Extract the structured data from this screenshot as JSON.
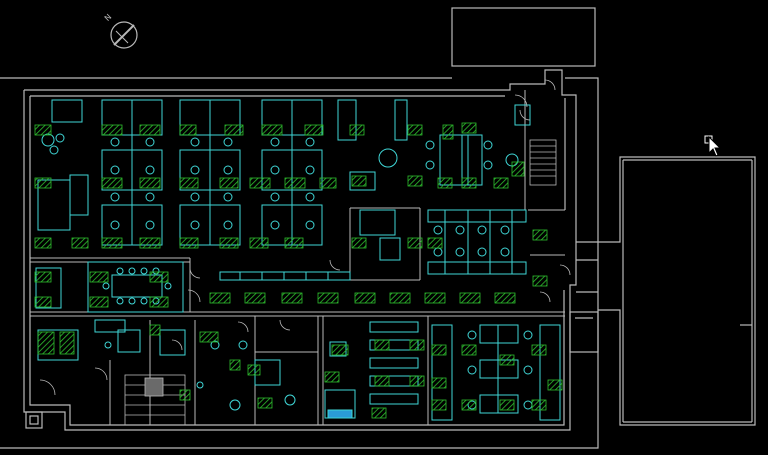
{
  "app": {
    "title": ""
  },
  "north_arrow": {
    "label": "N"
  },
  "colors": {
    "background": "#000000",
    "walls": "#b9b9b9",
    "furniture": "#3fd6d6",
    "workstation": "#2fbf2f",
    "stairs": "#b9b9b9",
    "cursor": "#ffffff"
  },
  "layers": [
    "walls",
    "furniture",
    "workstations",
    "doors",
    "stairs"
  ],
  "icons": [
    "north-arrow-icon",
    "pointer-cursor-icon",
    "pick-box-icon"
  ]
}
